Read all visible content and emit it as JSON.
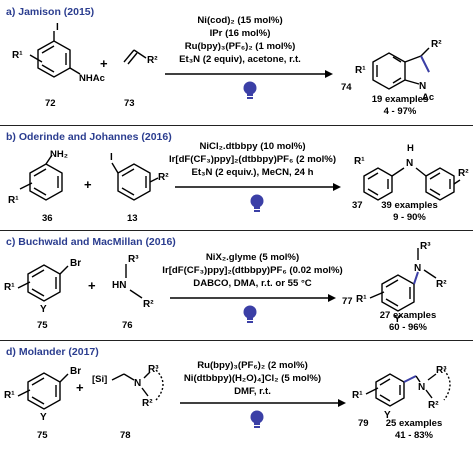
{
  "panels": [
    {
      "title": "a) Jamison (2015)",
      "conditions": [
        "Ni(cod)₂ (15 mol%)",
        "IPr (16 mol%)",
        "Ru(bpy)₃(PF₆)₂ (1 mol%)",
        "Et₃N (2 equiv), acetone, r.t."
      ],
      "labels": [
        "72",
        "73",
        "74"
      ],
      "result": [
        "19 examples",
        "4 - 97%"
      ],
      "atoms": {
        "sub1_sub": "NHAc",
        "sub1_i": "I",
        "r1": "R¹",
        "r2_alkene": "R²",
        "prod_r2": "R²",
        "prod_n": "N",
        "prod_ac": "Ac",
        "prod_r1": "R¹"
      }
    },
    {
      "title": "b) Oderinde and Johannes (2016)",
      "conditions": [
        "NiCl₂.dtbbpy (10 mol%)",
        "Ir[dF(CF₃)ppy]₂(dtbbpy)PF₆ (2 mol%)",
        "Et₃N (2 equiv.), MeCN, 24 h"
      ],
      "labels": [
        "36",
        "13",
        "37"
      ],
      "result": [
        "39 examples",
        "9 - 90%"
      ],
      "atoms": {
        "nh2": "NH₂",
        "r1": "R¹",
        "i": "I",
        "r2": "R²",
        "h": "H",
        "n": "N",
        "pr1": "R¹",
        "pr2": "R²"
      }
    },
    {
      "title": "c) Buchwald and MacMillan (2016)",
      "conditions": [
        "NiX₂.glyme (5 mol%)",
        "Ir[dF(CF₃)ppy]₂(dtbbpy)PF₆ (0.02 mol%)",
        "DABCO, DMA, r.t. or 55 °C"
      ],
      "labels": [
        "75",
        "76",
        "77"
      ],
      "result": [
        "27 examples",
        "60 - 96%"
      ],
      "atoms": {
        "br": "Br",
        "r1": "R¹",
        "y": "Y",
        "r3": "R³",
        "hn": "HN",
        "r2": "R²",
        "pr3": "R³",
        "pn": "N",
        "pr2": "R²",
        "pr1": "R¹",
        "py": "Y"
      }
    },
    {
      "title": "d) Molander (2017)",
      "conditions": [
        "Ru(bpy)₃(PF₆)₂ (2 mol%)",
        "Ni(dtbbpy)(H₂O)₄]Cl₂ (5 mol%)",
        "DMF, r.t."
      ],
      "labels": [
        "75",
        "78",
        "79"
      ],
      "result": [
        "25 examples",
        "41 - 83%"
      ],
      "atoms": {
        "br": "Br",
        "r1": "R¹",
        "y": "Y",
        "si": "[Si]",
        "n": "N",
        "r3": "R³",
        "r2": "R²",
        "pr1": "R¹",
        "py": "Y",
        "pn": "N",
        "pr3": "R³",
        "pr2": "R²"
      }
    }
  ],
  "plus": "+",
  "colors": {
    "title": "#2b3d8f",
    "bulb": "#3b3fa6",
    "bond_highlight": "#3b3fa6"
  }
}
